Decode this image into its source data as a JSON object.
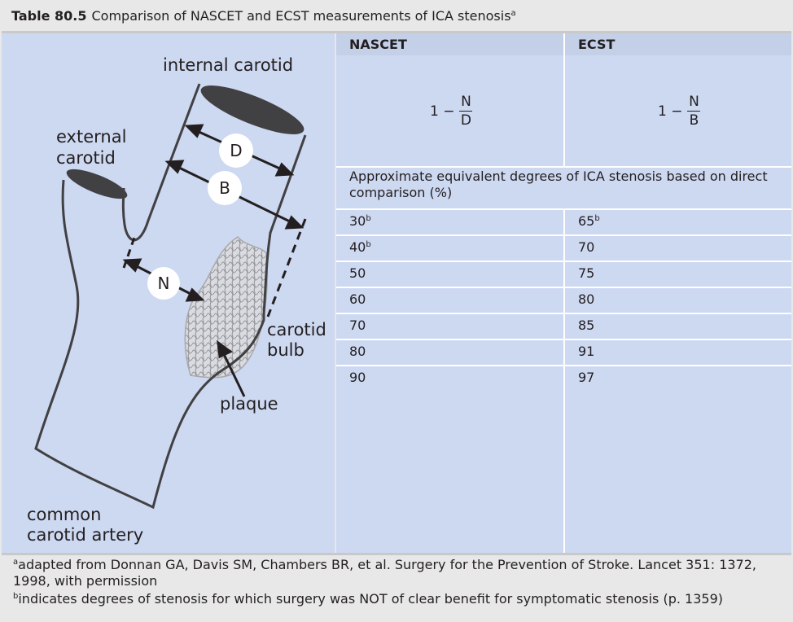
{
  "title": {
    "number": "Table 80.5",
    "text": "Comparison of NASCET and ECST measurements of ICA stenosis",
    "sup": "a"
  },
  "diagram": {
    "labels": {
      "internal_carotid": "internal carotid",
      "external_carotid_1": "external",
      "external_carotid_2": "carotid",
      "carotid_bulb_1": "carotid",
      "carotid_bulb_2": "bulb",
      "plaque": "plaque",
      "common_carotid_1": "common",
      "common_carotid_2": "carotid artery"
    },
    "markers": {
      "d": "D",
      "b": "B",
      "n": "N"
    }
  },
  "table": {
    "headers": [
      "NASCET",
      "ECST"
    ],
    "formulas": [
      {
        "prefix": "1 −",
        "numerator": "N",
        "denominator": "D"
      },
      {
        "prefix": "1 −",
        "numerator": "N",
        "denominator": "B"
      }
    ],
    "subheader": "Approximate equivalent degrees of ICA stenosis based on direct comparison (%)",
    "rows": [
      {
        "nascet": "30",
        "nascet_sup": "b",
        "ecst": "65",
        "ecst_sup": "b"
      },
      {
        "nascet": "40",
        "nascet_sup": "b",
        "ecst": "70",
        "ecst_sup": ""
      },
      {
        "nascet": "50",
        "nascet_sup": "",
        "ecst": "75",
        "ecst_sup": ""
      },
      {
        "nascet": "60",
        "nascet_sup": "",
        "ecst": "80",
        "ecst_sup": ""
      },
      {
        "nascet": "70",
        "nascet_sup": "",
        "ecst": "85",
        "ecst_sup": ""
      },
      {
        "nascet": "80",
        "nascet_sup": "",
        "ecst": "91",
        "ecst_sup": ""
      },
      {
        "nascet": "90",
        "nascet_sup": "",
        "ecst": "97",
        "ecst_sup": ""
      }
    ]
  },
  "footnotes": {
    "a_mark": "a",
    "a_text": "adapted from Donnan GA, Davis SM, Chambers BR, et al. Surgery for the Prevention of Stroke. Lancet 351: 1372, 1998, with permission",
    "b_mark": "b",
    "b_text": "indicates degrees of stenosis for which surgery was NOT of clear benefit for symptomatic stenosis (p. 1359)"
  },
  "colors": {
    "panel": "#cdd8f1",
    "header": "#c4cfe8",
    "page": "#e8e8e8",
    "vessel_cap": "#414042",
    "plaque": "#a7a9ac"
  }
}
